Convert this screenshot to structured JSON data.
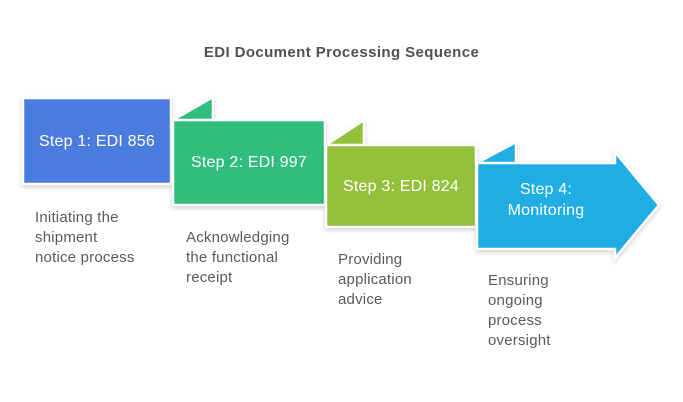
{
  "title": "EDI Document Processing Sequence",
  "colors": {
    "step1": "#4A7CDF",
    "step2": "#30BE7D",
    "step3": "#94C13C",
    "step4": "#1FADE3",
    "outline": "#FFFFFF",
    "title_text": "#515151",
    "description_text": "#5A5A5A"
  },
  "steps": [
    {
      "label": "Step 1: EDI 856",
      "desc": "Initiating the\nshipment\nnotice process",
      "color": "#4A7CDF"
    },
    {
      "label": "Step 2: EDI 997",
      "desc": "Acknowledging\nthe functional\nreceipt",
      "color": "#30BE7D"
    },
    {
      "label": "Step 3: EDI 824",
      "desc": "Providing\napplication\nadvice",
      "color": "#94C13C"
    },
    {
      "label": "Step 4:\nMonitoring",
      "desc": "Ensuring\nongoing\nprocess\noversight",
      "color": "#1FADE3"
    }
  ]
}
